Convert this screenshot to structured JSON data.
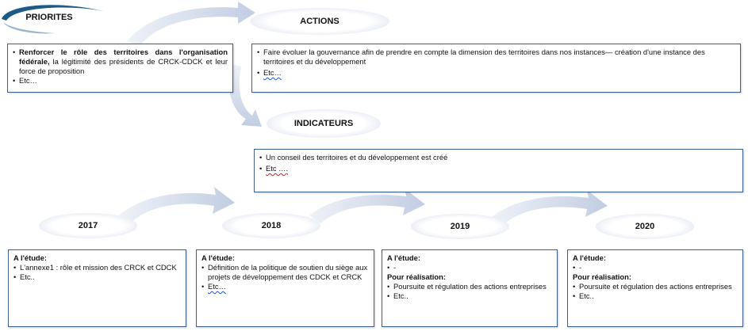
{
  "top": {
    "priorites": {
      "title": "PRIORITES",
      "item1_bold": "Renforcer le rôle des territoires dans l'organisation fédérale,",
      "item1_rest": " la légitimité des présidents de CRCK-CDCK et leur force de proposition",
      "item2": "Etc…"
    },
    "actions": {
      "title": "ACTIONS",
      "item1": "Faire évoluer la gouvernance afin de prendre en compte la dimension des territoires dans nos instances— création d'une instance des territoires et du développement",
      "item2": "Etc…"
    },
    "indicateurs": {
      "title": "INDICATEURS",
      "item1": "Un conseil des territoires et du développement est créé",
      "item2": "Etc …."
    }
  },
  "years": [
    {
      "year": "2017",
      "etude_label": "A l'étude:",
      "items": [
        "L'annexe1 : rôle et mission des CRCK et CDCK",
        "Etc.."
      ]
    },
    {
      "year": "2018",
      "etude_label": "A l'étude:",
      "items": [
        "Définition de la politique de soutien du siège aux projets de développement des CDCK et CRCK",
        "Etc…"
      ]
    },
    {
      "year": "2019",
      "etude_label": "A l'étude:",
      "etude_items": [
        "-"
      ],
      "real_label": "Pour réalisation:",
      "items": [
        "Poursuite et régulation des actions entreprises",
        "Etc.."
      ]
    },
    {
      "year": "2020",
      "etude_label": "A l'étude:",
      "etude_items": [
        "-"
      ],
      "real_label": "Pour réalisation:",
      "items": [
        "Poursuite et régulation des actions entreprises",
        "Etc.."
      ]
    }
  ],
  "colors": {
    "border": "#3a5f8a",
    "arrow": "#c9d3e6",
    "swoosh": "#1d5b86",
    "ellipse_fill": "#ffffff"
  }
}
